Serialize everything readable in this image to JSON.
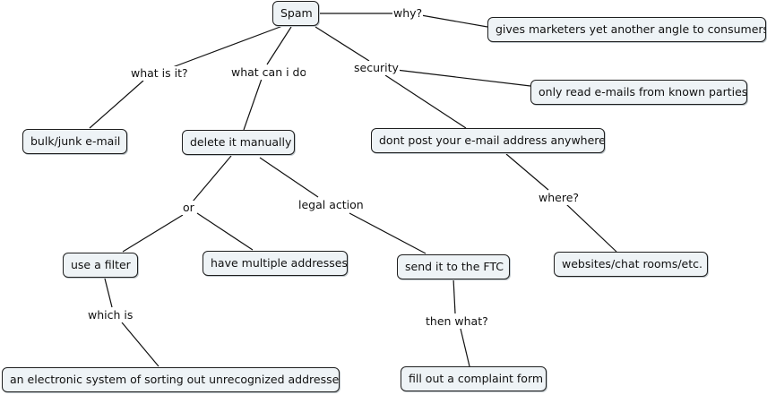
{
  "nodes": {
    "spam": "Spam",
    "gives_marketers": "gives marketers yet another angle to consumers",
    "only_read": "only read e-mails from known parties",
    "bulk_junk": "bulk/junk e-mail",
    "delete_manually": "delete it manually",
    "dont_post": "dont post your e-mail address anywhere",
    "use_filter": "use a filter",
    "multiple_addresses": "have multiple addresses",
    "send_ftc": "send it to the FTC",
    "websites": "websites/chat rooms/etc.",
    "electronic_system": "an electronic system of sorting out unrecognized addresses",
    "complaint_form": "fill out a complaint form"
  },
  "links": {
    "why": "why?",
    "what_is_it": "what is it?",
    "what_can_i_do": "what can i do",
    "security": "security",
    "where": "where?",
    "or": "or",
    "legal_action": "legal action",
    "which_is": "which is",
    "then_what": "then what?"
  }
}
